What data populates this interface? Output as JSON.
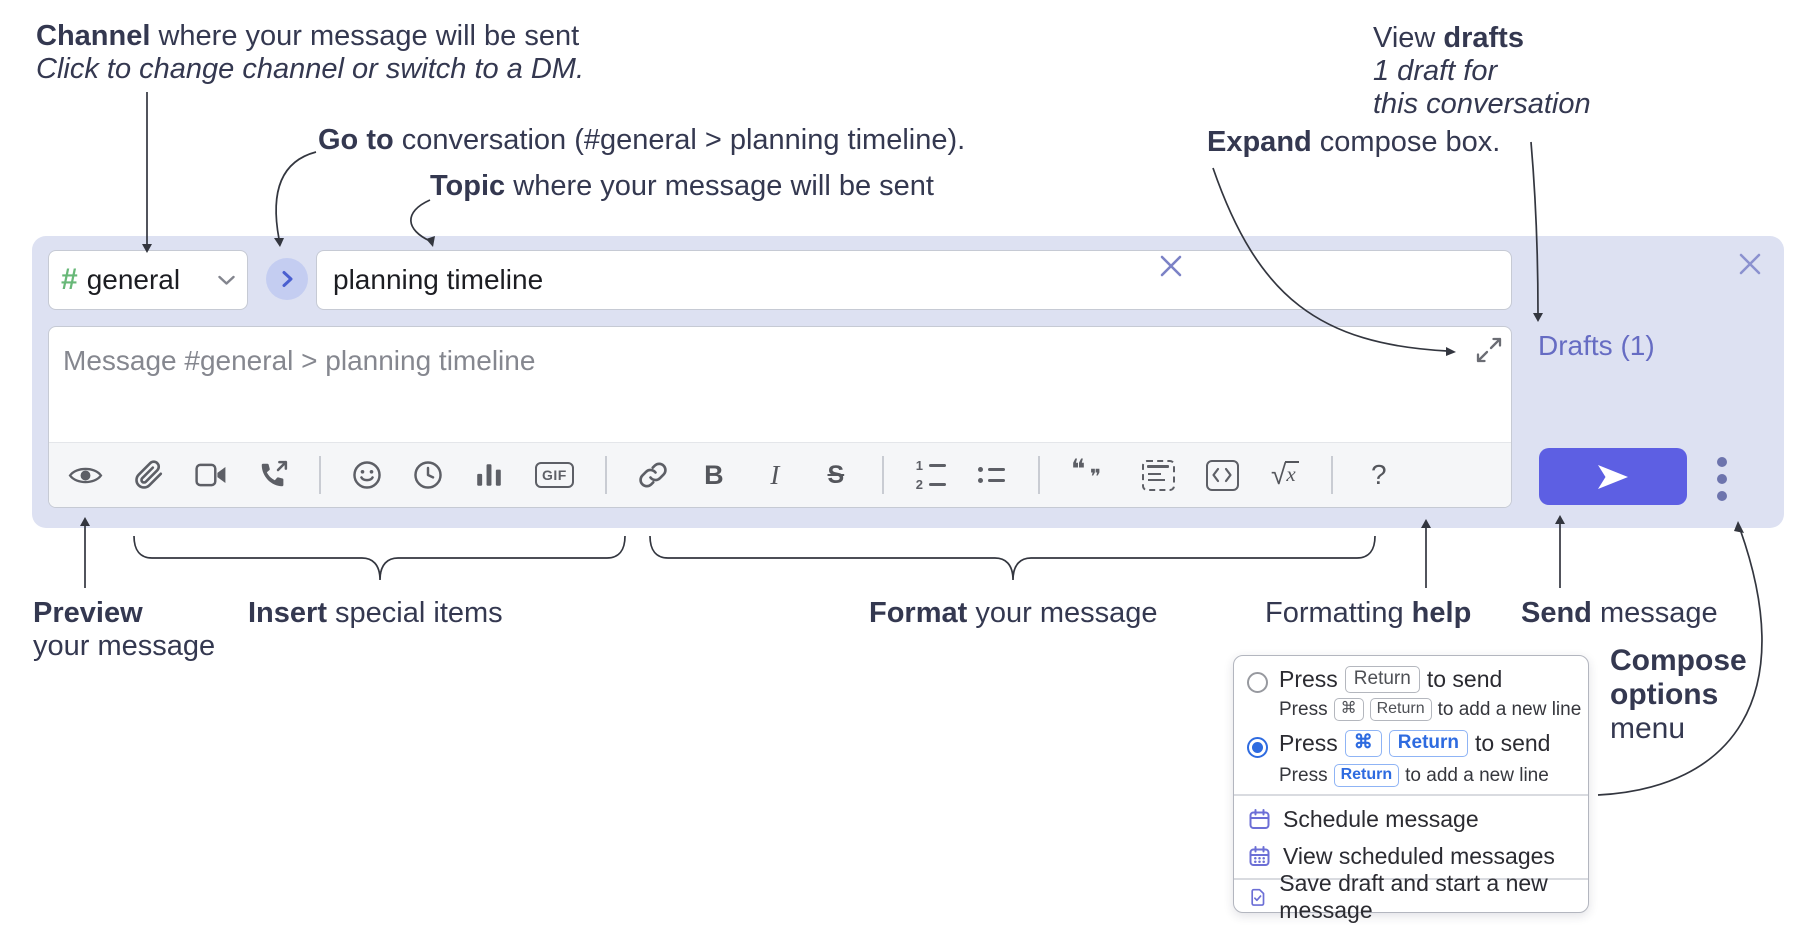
{
  "annotations": {
    "channel": {
      "bold": "Channel",
      "rest": " where your message will be sent",
      "subtitle": "Click to change channel or switch to a DM."
    },
    "goto": {
      "bold": "Go to",
      "rest": " conversation (#general > planning timeline)."
    },
    "topic": {
      "bold": "Topic",
      "rest": " where your message will be sent"
    },
    "expand": {
      "bold": "Expand",
      "rest": " compose box."
    },
    "view_drafts": {
      "pre": "View ",
      "bold": "drafts",
      "line2": "1 draft for",
      "line3": "this conversation"
    },
    "preview": {
      "bold": "Preview",
      "line2": "your message"
    },
    "insert": {
      "bold": "Insert",
      "rest": " special items"
    },
    "format": {
      "bold": "Format",
      "rest": " your message"
    },
    "formatting_help": {
      "pre": "Formatting ",
      "bold": "help"
    },
    "send": {
      "bold": "Send",
      "rest": " message"
    },
    "compose_options": {
      "line1": "Compose",
      "line2": "options",
      "line3": "menu"
    }
  },
  "compose": {
    "channel": {
      "hash": "#",
      "name": "general"
    },
    "topic_value": "planning timeline",
    "message_placeholder": "Message #general > planning timeline",
    "drafts_link": "Drafts (1)",
    "toolbar": {
      "bold": "B",
      "italic": "I",
      "strike": "S",
      "gif": "GIF",
      "olist_1": "1",
      "olist_2": "2",
      "quote_open": "❝",
      "quote_close": "❞",
      "sqrt_radical": "√",
      "sqrt_x": "x",
      "help": "?"
    }
  },
  "menu": {
    "option1": {
      "press": "Press",
      "key": "Return",
      "tail": "to send",
      "sub_press": "Press",
      "sub_key1": "⌘",
      "sub_key2": "Return",
      "sub_tail": "to add a new line"
    },
    "option2": {
      "press": "Press",
      "key1": "⌘",
      "key2": "Return",
      "tail": "to send",
      "sub_press": "Press",
      "sub_key": "Return",
      "sub_tail": "to add a new line"
    },
    "items": [
      "Schedule message",
      "View scheduled messages",
      "Save draft and start a new message"
    ]
  },
  "colors": {
    "container": "#dde1f2",
    "send_button": "#5d5fe3",
    "drafts_link": "#666cc3",
    "hash_green": "#68b878",
    "radio_selected": "#2e6be0",
    "menu_icon": "#6c6fd6",
    "kbd_blue": "#2e6be0",
    "annotation_text": "#343850"
  }
}
